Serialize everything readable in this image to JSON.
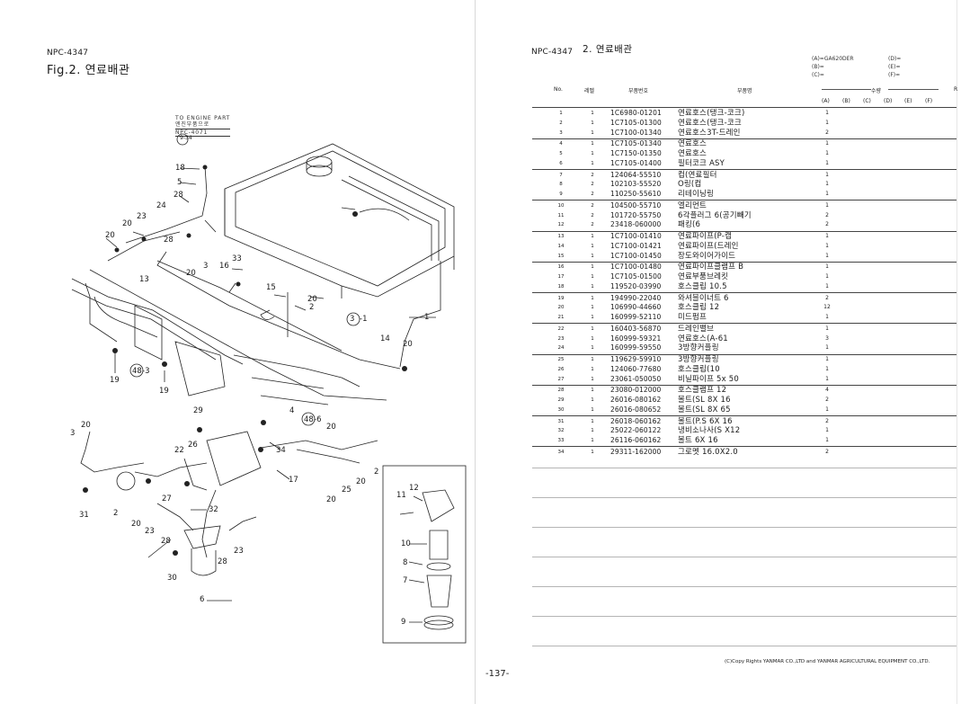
{
  "left_page": {
    "doc_code": "NPC-4347",
    "fig_title": "Fig.2.  연료배관",
    "diagram": {
      "to_engine": {
        "line1": "TO ENGINE PART",
        "line2": "엔진부품으로",
        "line3": "NPC-4071",
        "ref": "9-34"
      },
      "callouts": [
        "18",
        "5",
        "28",
        "24",
        "23",
        "20",
        "28",
        "20",
        "3",
        "16",
        "33",
        "13",
        "15",
        "20",
        "2",
        "20",
        "3",
        "-1",
        "1",
        "14",
        "20",
        "19",
        "48",
        "-3",
        "19",
        "29",
        "4",
        "48",
        "-6",
        "20",
        "3",
        "20",
        "22",
        "26",
        "34",
        "17",
        "20",
        "25",
        "20",
        "2",
        "31",
        "2",
        "27",
        "32",
        "20",
        "23",
        "28",
        "23",
        "28",
        "30",
        "6",
        "11",
        "12",
        "10",
        "8",
        "7",
        "9"
      ]
    },
    "page_number": "-137-"
  },
  "right_page": {
    "doc_code": "NPC-4347",
    "section_title": "2.  연료배관",
    "model_codes": {
      "a": "(A)=GA620DER",
      "b": "(B)=",
      "c": "(C)=",
      "d": "(D)=",
      "e": "(E)=",
      "f": "(F)="
    },
    "headers": {
      "no": "No.",
      "ref": "레벨",
      "part_no": "부품번호",
      "name": "부품명",
      "qty": "수량",
      "a": "(A)",
      "b": "(B)",
      "c": "(C)",
      "d": "(D)",
      "e": "(E)",
      "f": "(F)",
      "r": "R"
    },
    "rows": [
      {
        "no": "1",
        "ref": "1",
        "part": "1C6980-01201",
        "name": "연료호스(탱크-코크)",
        "qty": "1"
      },
      {
        "no": "2",
        "ref": "1",
        "part": "1C7105-01300",
        "name": "연료호스(탱크-코크",
        "qty": "1"
      },
      {
        "no": "3",
        "ref": "1",
        "part": "1C7100-01340",
        "name": "연료호스3T-드레인",
        "qty": "2"
      },
      {
        "no": "4",
        "ref": "1",
        "part": "1C7105-01340",
        "name": "연료호스",
        "qty": "1"
      },
      {
        "no": "5",
        "ref": "1",
        "part": "1C7150-01350",
        "name": "연료호스",
        "qty": "1"
      },
      {
        "no": "6",
        "ref": "1",
        "part": "1C7105-01400",
        "name": "필터코크 ASY",
        "qty": "1"
      },
      {
        "no": "7",
        "ref": "2",
        "part": "124064-55510",
        "name": "컵(연료필터",
        "qty": "1"
      },
      {
        "no": "8",
        "ref": "2",
        "part": "102103-55520",
        "name": "O링(컵",
        "qty": "1"
      },
      {
        "no": "9",
        "ref": "2",
        "part": "110250-55610",
        "name": "리테이닝링",
        "qty": "1"
      },
      {
        "no": "10",
        "ref": "2",
        "part": "104500-55710",
        "name": "엘리먼트",
        "qty": "1"
      },
      {
        "no": "11",
        "ref": "2",
        "part": "101720-55750",
        "name": "6각플러그  6(공기빼기",
        "qty": "2"
      },
      {
        "no": "12",
        "ref": "2",
        "part": "23418-060000",
        "name": "패킹(6",
        "qty": "2"
      },
      {
        "no": "13",
        "ref": "1",
        "part": "1C7100-01410",
        "name": "연료파이프(P-캡",
        "qty": "1"
      },
      {
        "no": "14",
        "ref": "1",
        "part": "1C7100-01421",
        "name": "연료파이프(드레인",
        "qty": "1"
      },
      {
        "no": "15",
        "ref": "1",
        "part": "1C7100-01450",
        "name": "장도와이어가이드",
        "qty": "1"
      },
      {
        "no": "16",
        "ref": "1",
        "part": "1C7100-01480",
        "name": "연료파이프클램프 B",
        "qty": "1"
      },
      {
        "no": "17",
        "ref": "1",
        "part": "1C7105-01500",
        "name": "연료부품브레킷",
        "qty": "1"
      },
      {
        "no": "18",
        "ref": "1",
        "part": "119520-03990",
        "name": "호스클립 10.5",
        "qty": "1"
      },
      {
        "no": "19",
        "ref": "1",
        "part": "194990-22040",
        "name": "와셔블이너트 6",
        "qty": "2"
      },
      {
        "no": "20",
        "ref": "1",
        "part": "106990-44660",
        "name": "호스클립 12",
        "qty": "12"
      },
      {
        "no": "21",
        "ref": "1",
        "part": "160999-52110",
        "name": "미드펌프",
        "qty": "1"
      },
      {
        "no": "22",
        "ref": "1",
        "part": "160403-56870",
        "name": "드레인밸브",
        "qty": "1"
      },
      {
        "no": "23",
        "ref": "1",
        "part": "160999-59321",
        "name": "연료호스(A-61",
        "qty": "3"
      },
      {
        "no": "24",
        "ref": "1",
        "part": "160999-59550",
        "name": "3방향커플링",
        "qty": "1"
      },
      {
        "no": "25",
        "ref": "1",
        "part": "119629-59910",
        "name": "3방향커플링",
        "qty": "1"
      },
      {
        "no": "26",
        "ref": "1",
        "part": "124060-77680",
        "name": "호스클립(10",
        "qty": "1"
      },
      {
        "no": "27",
        "ref": "1",
        "part": "23061-050050",
        "name": "비닐파이프 5x 50",
        "qty": "1"
      },
      {
        "no": "28",
        "ref": "1",
        "part": "23080-012000",
        "name": "호스클램프 12",
        "qty": "4"
      },
      {
        "no": "29",
        "ref": "1",
        "part": "26016-080162",
        "name": "볼트(SL  8X 16",
        "qty": "2"
      },
      {
        "no": "30",
        "ref": "1",
        "part": "26016-080652",
        "name": "볼트(SL  8X 65",
        "qty": "1"
      },
      {
        "no": "31",
        "ref": "1",
        "part": "26018-060162",
        "name": "볼트(P.S  6X 16",
        "qty": "2"
      },
      {
        "no": "32",
        "ref": "1",
        "part": "25022-060122",
        "name": "냉비소나사(S X12",
        "qty": "1"
      },
      {
        "no": "33",
        "ref": "1",
        "part": "26116-060162",
        "name": "볼트  6X 16",
        "qty": "1"
      },
      {
        "no": "34",
        "ref": "1",
        "part": "29311-162000",
        "name": "그로멧 16.0X2.0",
        "qty": "2"
      }
    ],
    "copyright": "(C)Copy Rights  YANMAR CO.,LTD and YANMAR AGRICULTURAL EQUIPMENT CO.,LTD."
  }
}
